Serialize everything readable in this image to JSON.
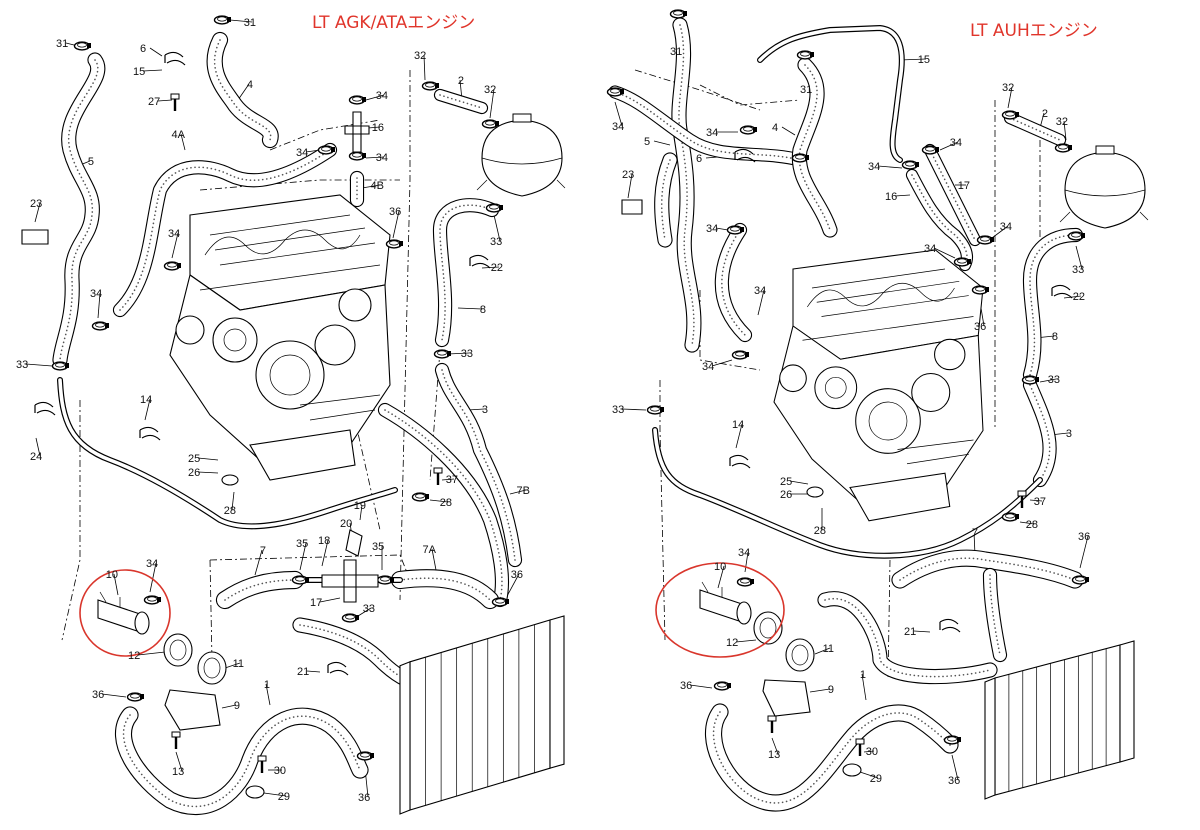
{
  "titles": {
    "left": "LT AGK/ATAエンジン",
    "right": "LT AUHエンジン"
  },
  "colors": {
    "title": "#e0352b",
    "highlight": "#d9362c",
    "line": "#000000"
  },
  "panels": {
    "left": {
      "labels": [
        {
          "id": "l31a",
          "text": "31"
        },
        {
          "id": "l31b",
          "text": "31"
        },
        {
          "id": "l6",
          "text": "6"
        },
        {
          "id": "l15",
          "text": "15"
        },
        {
          "id": "l27",
          "text": "27"
        },
        {
          "id": "l4",
          "text": "4"
        },
        {
          "id": "l4a",
          "text": "4A"
        },
        {
          "id": "l5",
          "text": "5"
        },
        {
          "id": "l34a",
          "text": "34"
        },
        {
          "id": "l34b",
          "text": "34"
        },
        {
          "id": "l16",
          "text": "16"
        },
        {
          "id": "l34c",
          "text": "34"
        },
        {
          "id": "l4b",
          "text": "4B"
        },
        {
          "id": "l32a",
          "text": "32"
        },
        {
          "id": "l2",
          "text": "2"
        },
        {
          "id": "l32b",
          "text": "32"
        },
        {
          "id": "l23",
          "text": "23"
        },
        {
          "id": "l36a",
          "text": "36"
        },
        {
          "id": "l33a",
          "text": "33"
        },
        {
          "id": "l34d",
          "text": "34"
        },
        {
          "id": "l22",
          "text": "22"
        },
        {
          "id": "l34e",
          "text": "34"
        },
        {
          "id": "l8",
          "text": "8"
        },
        {
          "id": "l33b",
          "text": "33"
        },
        {
          "id": "l33c",
          "text": "33"
        },
        {
          "id": "l3",
          "text": "3"
        },
        {
          "id": "l14",
          "text": "14"
        },
        {
          "id": "l24",
          "text": "24"
        },
        {
          "id": "l25",
          "text": "25"
        },
        {
          "id": "l26",
          "text": "26"
        },
        {
          "id": "l37",
          "text": "37"
        },
        {
          "id": "l7b",
          "text": "7B"
        },
        {
          "id": "l28a",
          "text": "28"
        },
        {
          "id": "l28b",
          "text": "28"
        },
        {
          "id": "l19",
          "text": "19"
        },
        {
          "id": "l20",
          "text": "20"
        },
        {
          "id": "l18",
          "text": "18"
        },
        {
          "id": "l35a",
          "text": "35"
        },
        {
          "id": "l35b",
          "text": "35"
        },
        {
          "id": "l7",
          "text": "7"
        },
        {
          "id": "l7a",
          "text": "7A"
        },
        {
          "id": "l10",
          "text": "10"
        },
        {
          "id": "l34f",
          "text": "34"
        },
        {
          "id": "l36b",
          "text": "36"
        },
        {
          "id": "l17",
          "text": "17"
        },
        {
          "id": "l33d",
          "text": "33"
        },
        {
          "id": "l12",
          "text": "12"
        },
        {
          "id": "l11",
          "text": "11"
        },
        {
          "id": "l21",
          "text": "21"
        },
        {
          "id": "l1",
          "text": "1"
        },
        {
          "id": "l36c",
          "text": "36"
        },
        {
          "id": "l9",
          "text": "9"
        },
        {
          "id": "l13",
          "text": "13"
        },
        {
          "id": "l30",
          "text": "30"
        },
        {
          "id": "l29",
          "text": "29"
        },
        {
          "id": "l36d",
          "text": "36"
        }
      ]
    },
    "right": {
      "labels": [
        {
          "id": "r31a",
          "text": "31"
        },
        {
          "id": "r15",
          "text": "15"
        },
        {
          "id": "r31b",
          "text": "31"
        },
        {
          "id": "r34a",
          "text": "34"
        },
        {
          "id": "r5",
          "text": "5"
        },
        {
          "id": "r34b",
          "text": "34"
        },
        {
          "id": "r4",
          "text": "4"
        },
        {
          "id": "r6",
          "text": "6"
        },
        {
          "id": "r34c",
          "text": "34"
        },
        {
          "id": "r34d",
          "text": "34"
        },
        {
          "id": "r17",
          "text": "17"
        },
        {
          "id": "r32a",
          "text": "32"
        },
        {
          "id": "r2",
          "text": "2"
        },
        {
          "id": "r32b",
          "text": "32"
        },
        {
          "id": "r23",
          "text": "23"
        },
        {
          "id": "r34e",
          "text": "34"
        },
        {
          "id": "r16",
          "text": "16"
        },
        {
          "id": "r34f",
          "text": "34"
        },
        {
          "id": "r34g",
          "text": "34"
        },
        {
          "id": "r33a",
          "text": "33"
        },
        {
          "id": "r22",
          "text": "22"
        },
        {
          "id": "r34h",
          "text": "34"
        },
        {
          "id": "r36a",
          "text": "36"
        },
        {
          "id": "r8",
          "text": "8"
        },
        {
          "id": "r34i",
          "text": "34"
        },
        {
          "id": "r33b",
          "text": "33"
        },
        {
          "id": "r33c",
          "text": "33"
        },
        {
          "id": "r3",
          "text": "3"
        },
        {
          "id": "r14",
          "text": "14"
        },
        {
          "id": "r25",
          "text": "25"
        },
        {
          "id": "r26",
          "text": "26"
        },
        {
          "id": "r37",
          "text": "37"
        },
        {
          "id": "r28a",
          "text": "28"
        },
        {
          "id": "r28b",
          "text": "28"
        },
        {
          "id": "r7",
          "text": "7"
        },
        {
          "id": "r36b",
          "text": "36"
        },
        {
          "id": "r10",
          "text": "10"
        },
        {
          "id": "r34j",
          "text": "34"
        },
        {
          "id": "r12",
          "text": "12"
        },
        {
          "id": "r11",
          "text": "11"
        },
        {
          "id": "r21",
          "text": "21"
        },
        {
          "id": "r36c",
          "text": "36"
        },
        {
          "id": "r1",
          "text": "1"
        },
        {
          "id": "r9",
          "text": "9"
        },
        {
          "id": "r13",
          "text": "13"
        },
        {
          "id": "r30",
          "text": "30"
        },
        {
          "id": "r29",
          "text": "29"
        },
        {
          "id": "r36d",
          "text": "36"
        }
      ]
    }
  }
}
